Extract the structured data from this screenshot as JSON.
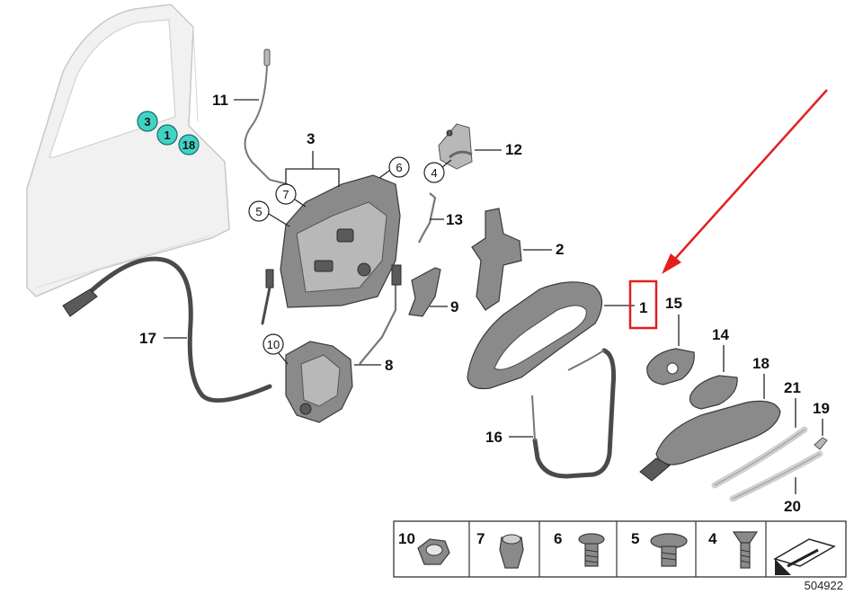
{
  "callouts": {
    "door_markers": [
      "3",
      "1",
      "18"
    ],
    "p11": "11",
    "p3": "3",
    "p7": "7",
    "p6": "6",
    "p5": "5",
    "p4": "4",
    "p12": "12",
    "p13": "13",
    "p2": "2",
    "p9": "9",
    "p1": "1",
    "p15": "15",
    "p14": "14",
    "p18": "18",
    "p21": "21",
    "p19": "19",
    "p20": "20",
    "p17": "17",
    "p10": "10",
    "p8": "8",
    "p16": "16"
  },
  "hardware_table": [
    {
      "num": "10",
      "icon": "hex-nut-icon"
    },
    {
      "num": "7",
      "icon": "expansion-nut-icon"
    },
    {
      "num": "6",
      "icon": "torx-screw-icon"
    },
    {
      "num": "5",
      "icon": "flange-screw-icon"
    },
    {
      "num": "4",
      "icon": "countersunk-screw-icon"
    }
  ],
  "reference_number": "504922",
  "colors": {
    "highlight": "#e41e1e",
    "marker_fill": "#3fd3c6",
    "part_gray": "#8a8a8a"
  }
}
